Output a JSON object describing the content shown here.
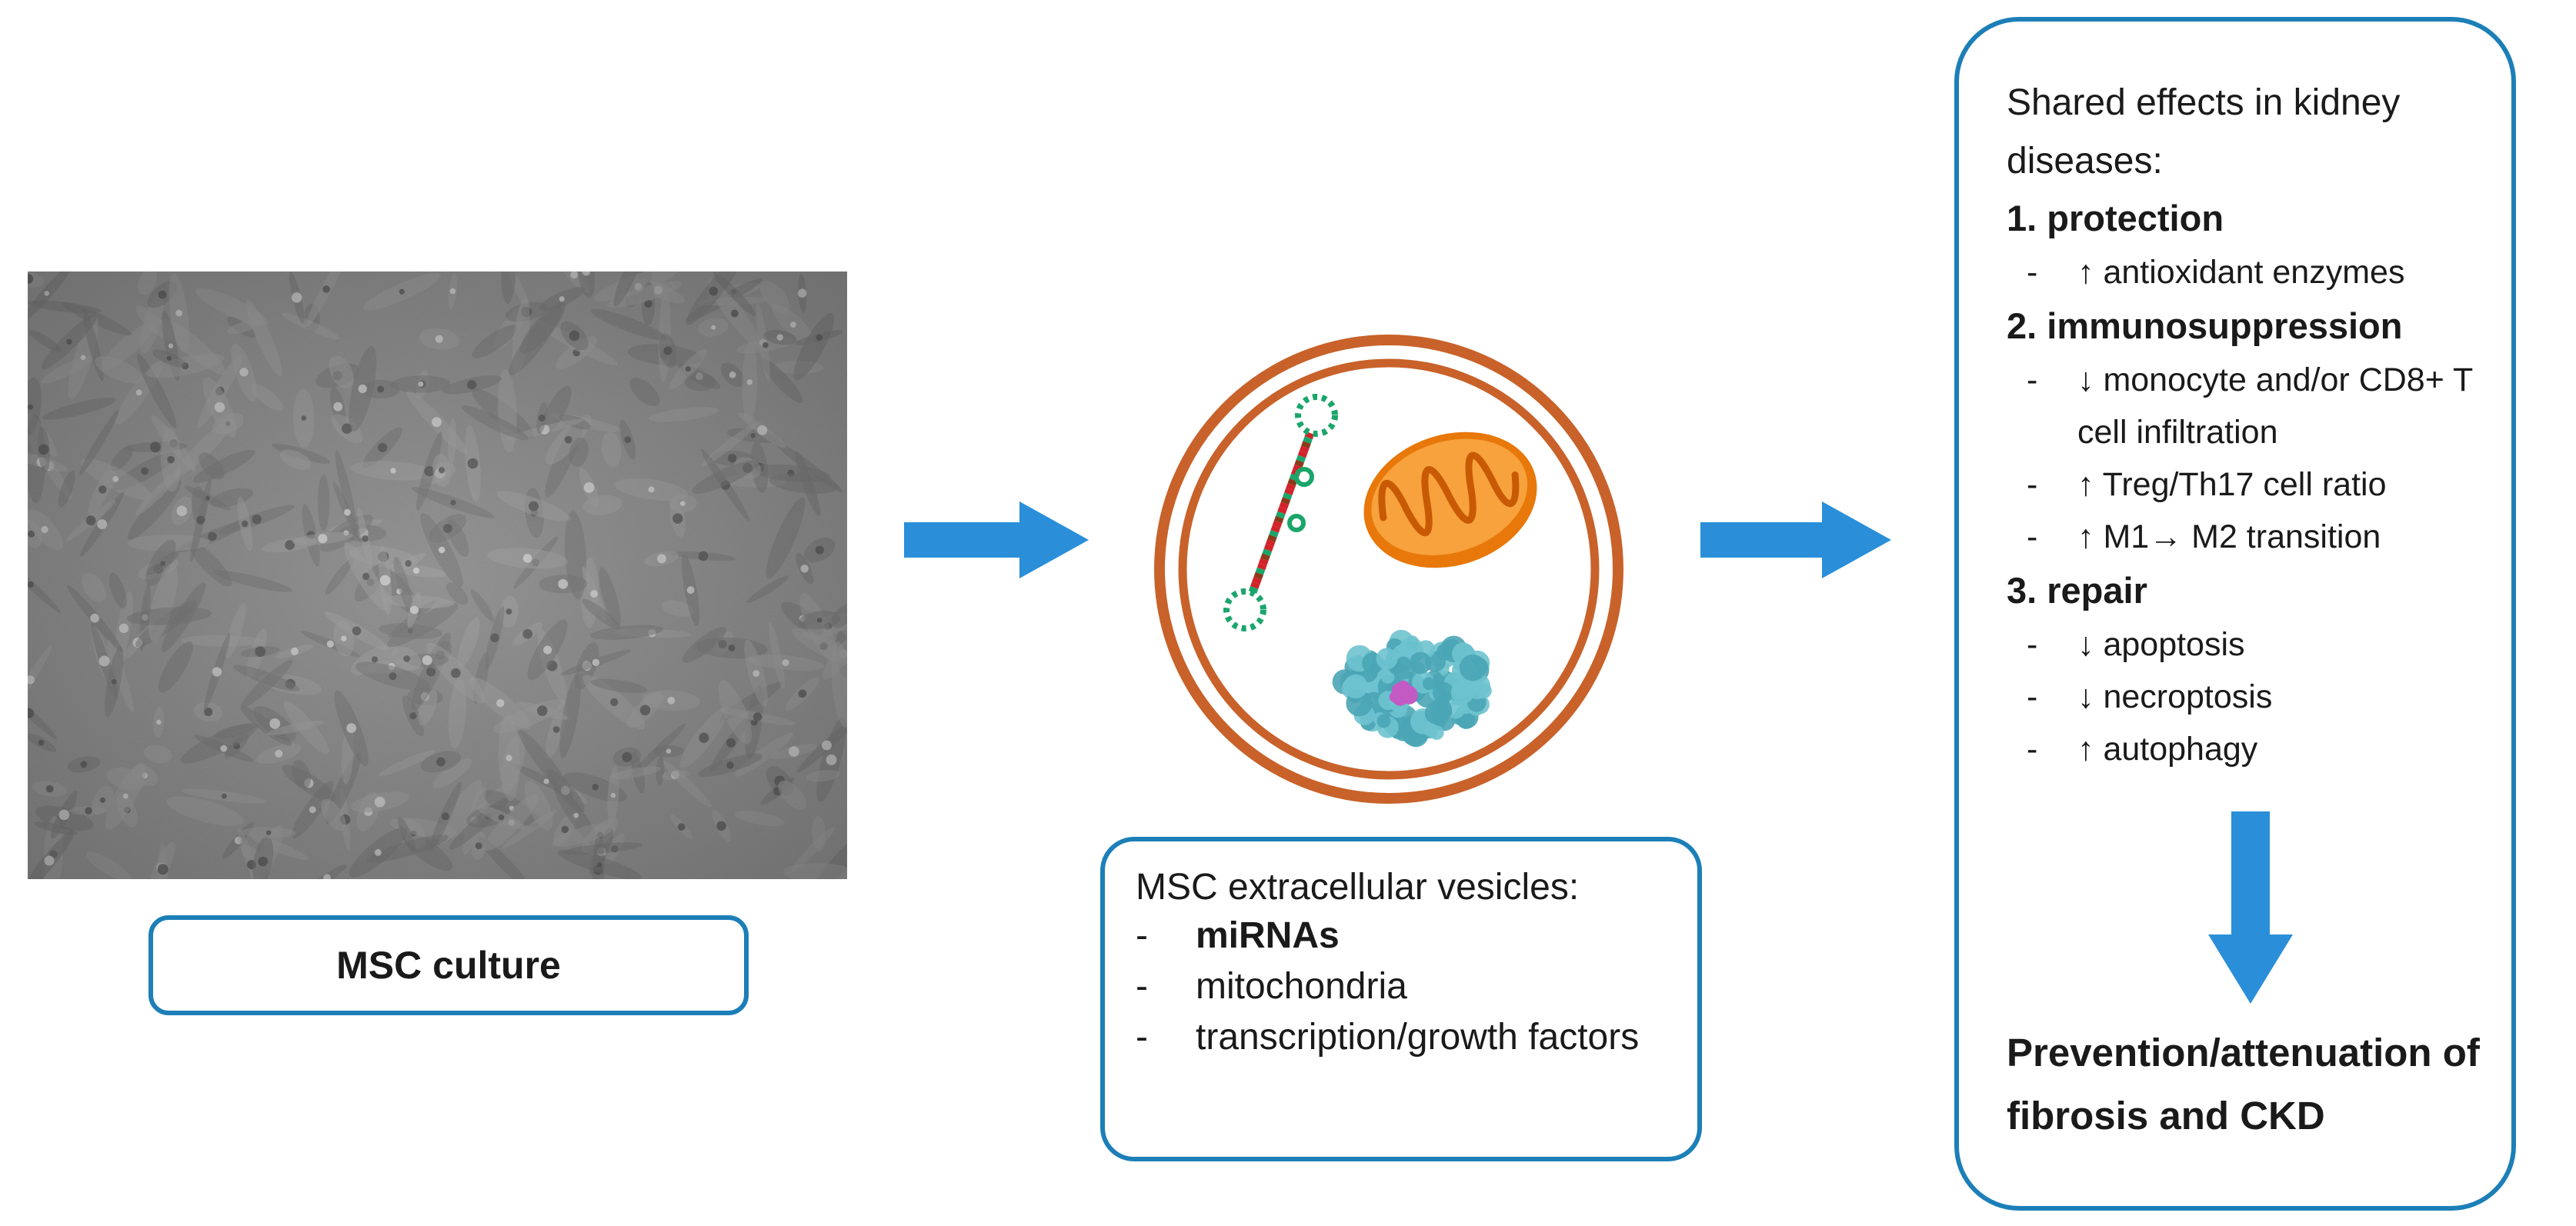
{
  "colors": {
    "accent_blue": "#1c7fb8",
    "arrow_blue": "#2a8fd8",
    "vesicle_ring": "#c8622a",
    "mitochondrion": "#f08a10",
    "protein": "#6ec3cf"
  },
  "culture": {
    "label": "MSC culture",
    "photo_icon": "msc-culture-micrograph"
  },
  "vesicles": {
    "title": "MSC extracellular vesicles:",
    "items": [
      {
        "dash": "-",
        "text": "miRNAs",
        "bold": true
      },
      {
        "dash": "-",
        "text": "mitochondria",
        "bold": false
      },
      {
        "dash": "-",
        "text": "transcription/growth factors",
        "bold": false
      }
    ]
  },
  "effects": {
    "heading": "Shared effects in kidney diseases:",
    "sections": [
      {
        "title": "1. protection",
        "items": [
          {
            "dash": "-",
            "text": "↑ antioxidant enzymes"
          }
        ]
      },
      {
        "title": "2. immunosuppression",
        "items": [
          {
            "dash": "-",
            "text": "↓ monocyte and/or CD8+ T cell infiltration"
          },
          {
            "dash": "-",
            "text": "↑ Treg/Th17 cell ratio"
          },
          {
            "dash": "-",
            "text": "↑ M1→ M2 transition"
          }
        ]
      },
      {
        "title": "3. repair",
        "items": [
          {
            "dash": "-",
            "text": "↓ apoptosis"
          },
          {
            "dash": "-",
            "text": "↓ necroptosis"
          },
          {
            "dash": "-",
            "text": "↑ autophagy"
          }
        ]
      }
    ],
    "outcome": "Prevention/attenuation of fibrosis and CKD"
  }
}
